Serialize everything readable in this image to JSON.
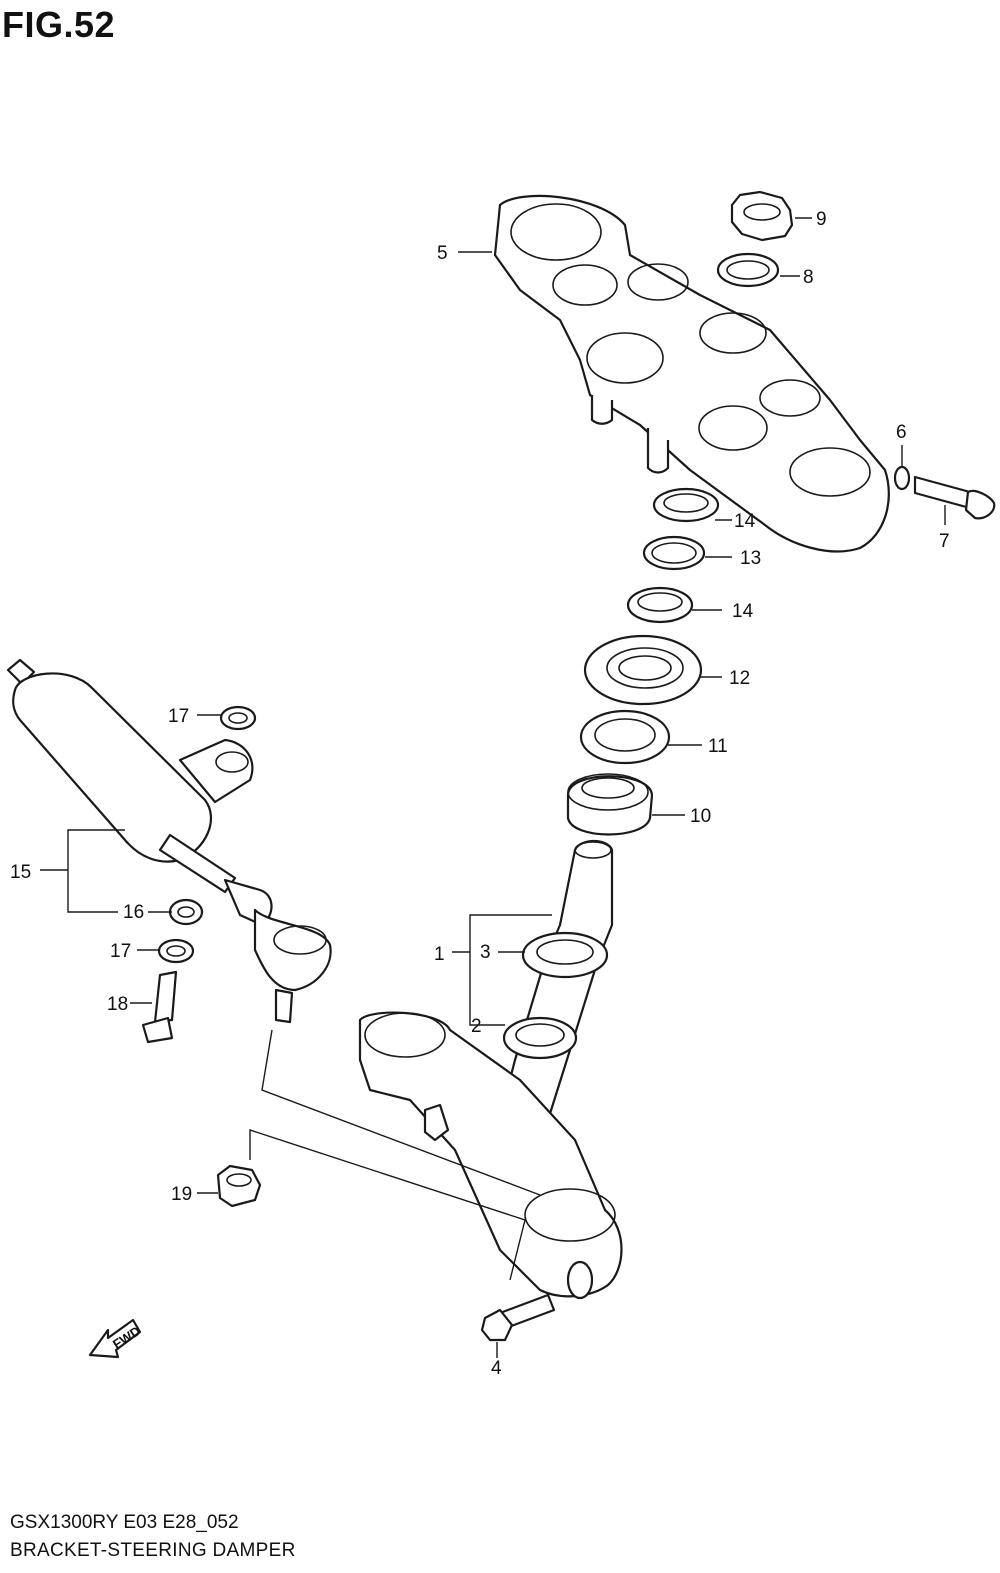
{
  "figure": {
    "title": "FIG.52",
    "model_code": "GSX1300RY E03 E28_052",
    "caption": "BRACKET-STEERING DAMPER"
  },
  "callouts": {
    "c1": "1",
    "c2": "2",
    "c3": "3",
    "c4": "4",
    "c5": "5",
    "c6": "6",
    "c7": "7",
    "c8": "8",
    "c9": "9",
    "c10": "10",
    "c11": "11",
    "c12": "12",
    "c13": "13",
    "c14a": "14",
    "c14b": "14",
    "c15": "15",
    "c16": "16",
    "c17a": "17",
    "c17b": "17",
    "c18": "18",
    "c19": "19"
  },
  "fwd_arrow": {
    "label": "FWD"
  }
}
